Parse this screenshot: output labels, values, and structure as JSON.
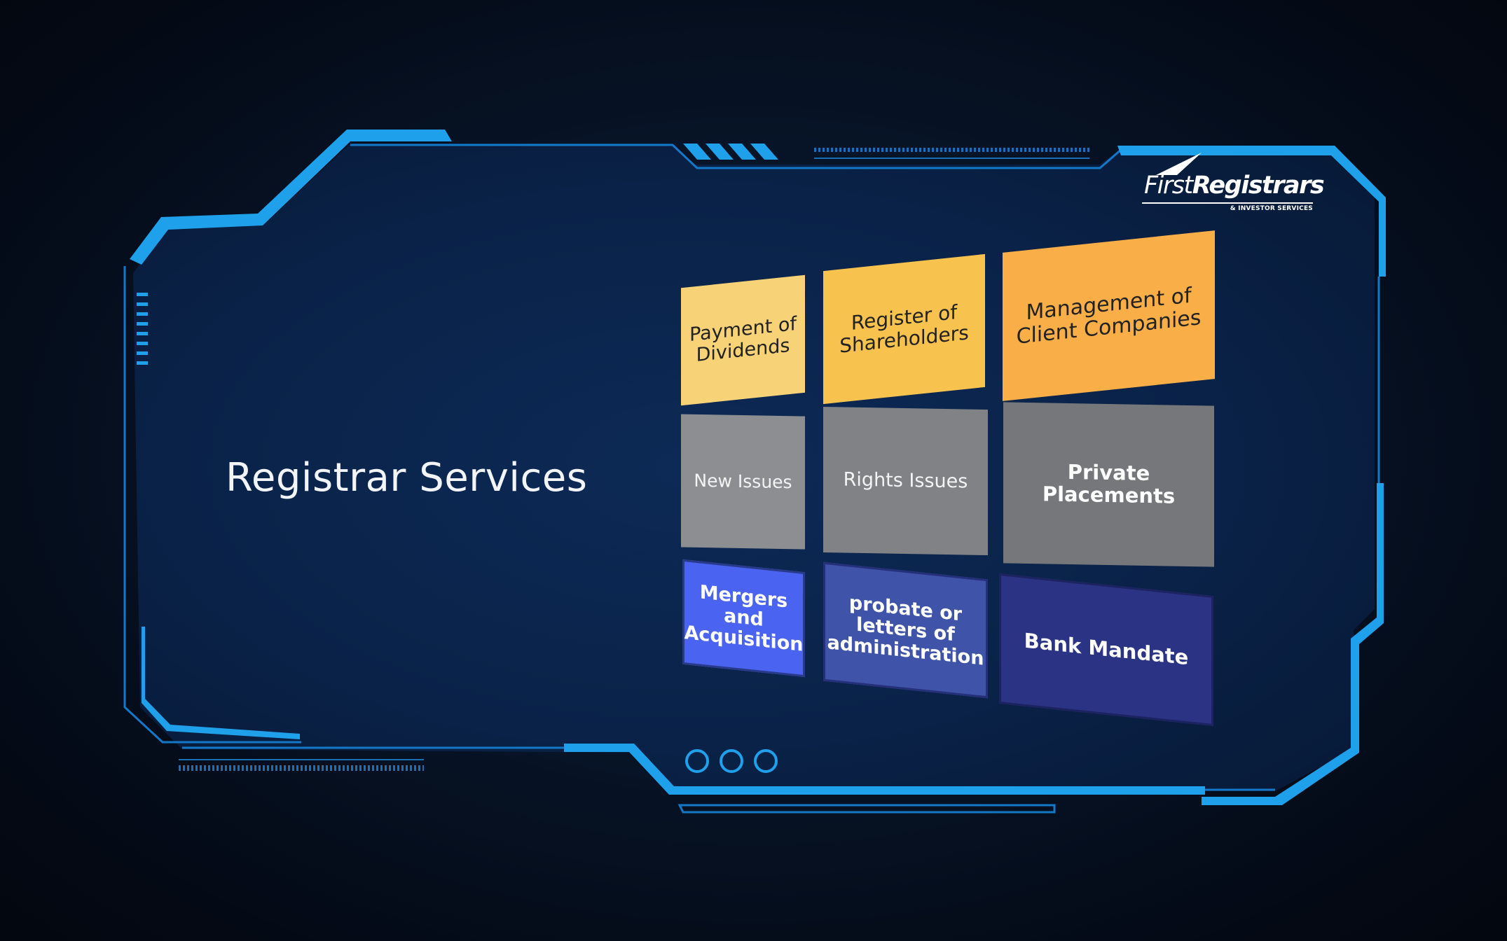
{
  "slide": {
    "title": "Registrar Services"
  },
  "logo": {
    "name_part1": "First",
    "name_part2": "Registrars",
    "tagline": "& INVESTOR SERVICES"
  },
  "tiles": [
    {
      "label": "Payment of Dividends",
      "color": "#f7d277"
    },
    {
      "label": "Register of Shareholders",
      "color": "#f8c24f"
    },
    {
      "label": "Management of Client Companies",
      "color": "#f9ae48"
    },
    {
      "label": "New Issues",
      "color": "#8d8e91"
    },
    {
      "label": "Rights Issues",
      "color": "#818285"
    },
    {
      "label": "Private Placements",
      "color": "#76777a"
    },
    {
      "label": "Mergers and Acquisition",
      "color": "#4a63f0"
    },
    {
      "label": "probate or letters of administration",
      "color": "#3f53a8"
    },
    {
      "label": "Bank Mandate",
      "color": "#2b3384"
    }
  ],
  "colors": {
    "frame_accent": "#1fa0ea",
    "frame_line": "#1478c8",
    "panel": "#0a2144"
  }
}
